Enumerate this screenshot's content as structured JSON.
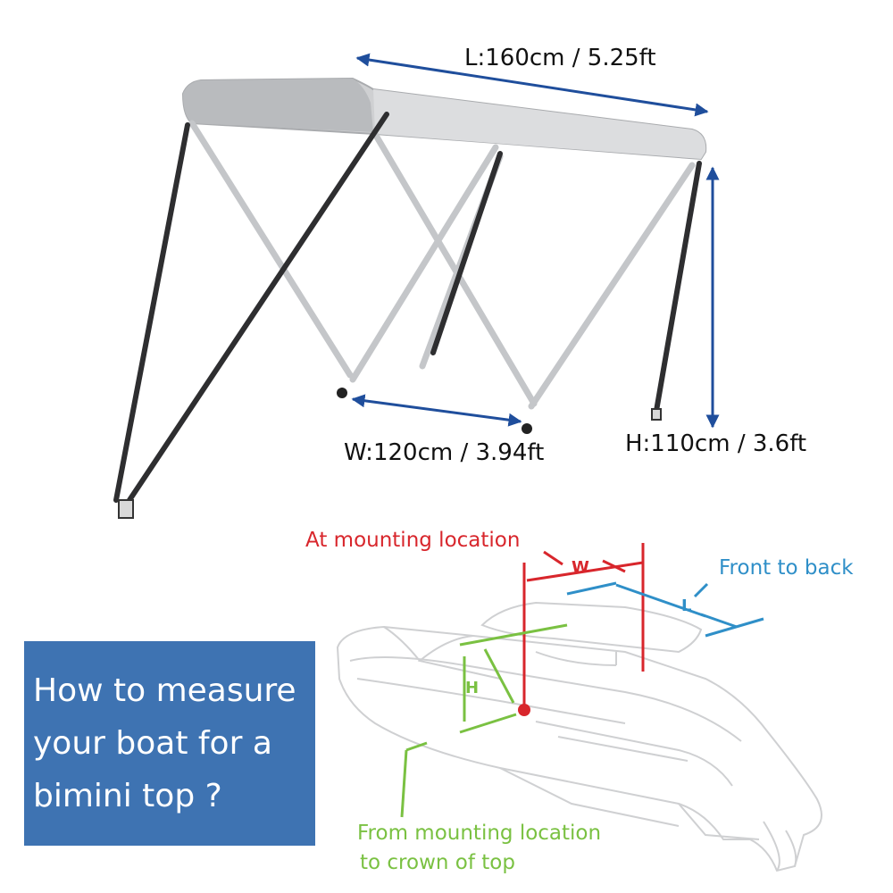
{
  "dimensions": {
    "length": "L:160cm / 5.25ft",
    "width": "W:120cm / 3.94ft",
    "height": "H:110cm / 3.6ft"
  },
  "diagram": {
    "mounting_label": "At mounting location",
    "front_back_label": "Front to back",
    "crown_label_line1": "From mounting location",
    "crown_label_line2": "to crown of top",
    "w_letter": "W",
    "l_letter": "L",
    "h_letter": "H"
  },
  "info_box": {
    "line1": "How to measure",
    "line2": "your boat for a",
    "line3": "bimini top ?"
  },
  "colors": {
    "arrow_blue": "#1f4e9c",
    "label_red": "#d8262c",
    "label_blue": "#2f8fc8",
    "label_green": "#7ac142",
    "box_blue": "#3e73b2"
  }
}
